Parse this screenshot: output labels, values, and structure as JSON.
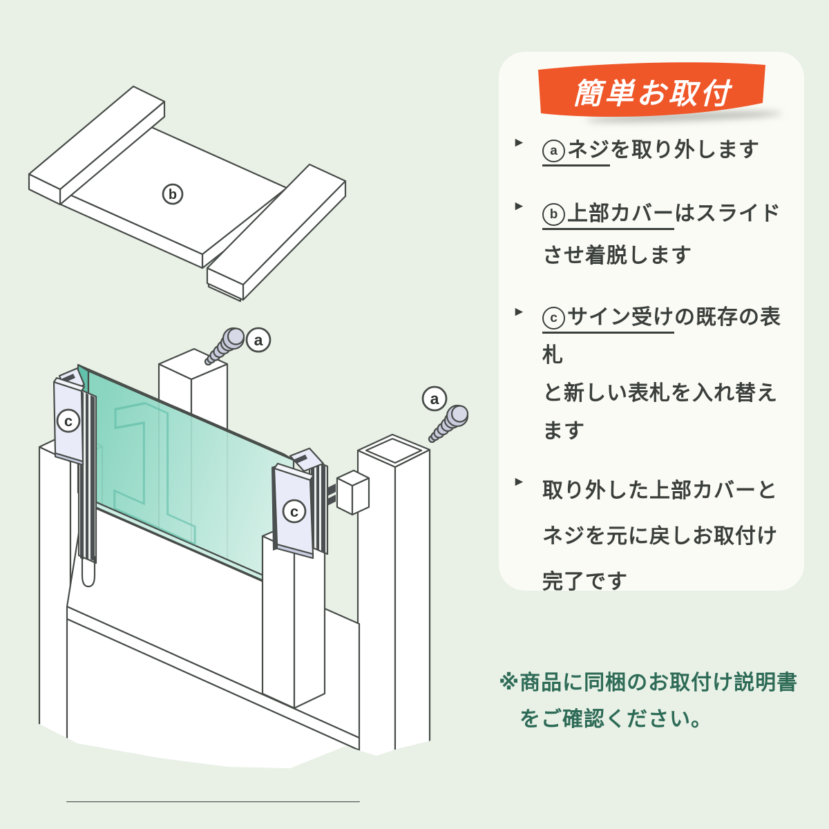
{
  "page": {
    "background": "#e9f1e7"
  },
  "panel": {
    "background": "#fbfbf5",
    "ribbon_color": "#ef5628",
    "title": "簡単お取付",
    "title_color": "#ffffff",
    "text_color": "#3a3f3c",
    "bullet": "►",
    "items": [
      {
        "badge": "a",
        "underlined": "ネジ",
        "rest": "を取り外します",
        "extra_lines": []
      },
      {
        "badge": "b",
        "underlined": "上部カバー",
        "rest": "はスライド",
        "extra_lines": [
          "させ着脱します"
        ]
      },
      {
        "badge": "c",
        "underlined": "サイン受け",
        "rest": "の既存の表札",
        "extra_lines": [
          "と新しい表札を入れ替え",
          "ます"
        ]
      },
      {
        "badge": "",
        "underlined": "",
        "rest": "取り外した上部カバーと",
        "extra_lines": [
          "ネジを元に戻しお取付け",
          "完了です"
        ]
      }
    ]
  },
  "note": {
    "color": "#2e6b57",
    "lines": [
      "※商品に同梱のお取付け説明書",
      "をご確認ください。"
    ]
  },
  "diagram": {
    "label_a": "a",
    "label_b": "b",
    "label_c": "c",
    "glass_digit": "1",
    "glass_color_left": "#82d3bd",
    "glass_color_right": "#d6f0e8",
    "outline_color": "#474c48",
    "screw_color": "#c9ccdc",
    "holder_color": "#e9ecf8"
  }
}
